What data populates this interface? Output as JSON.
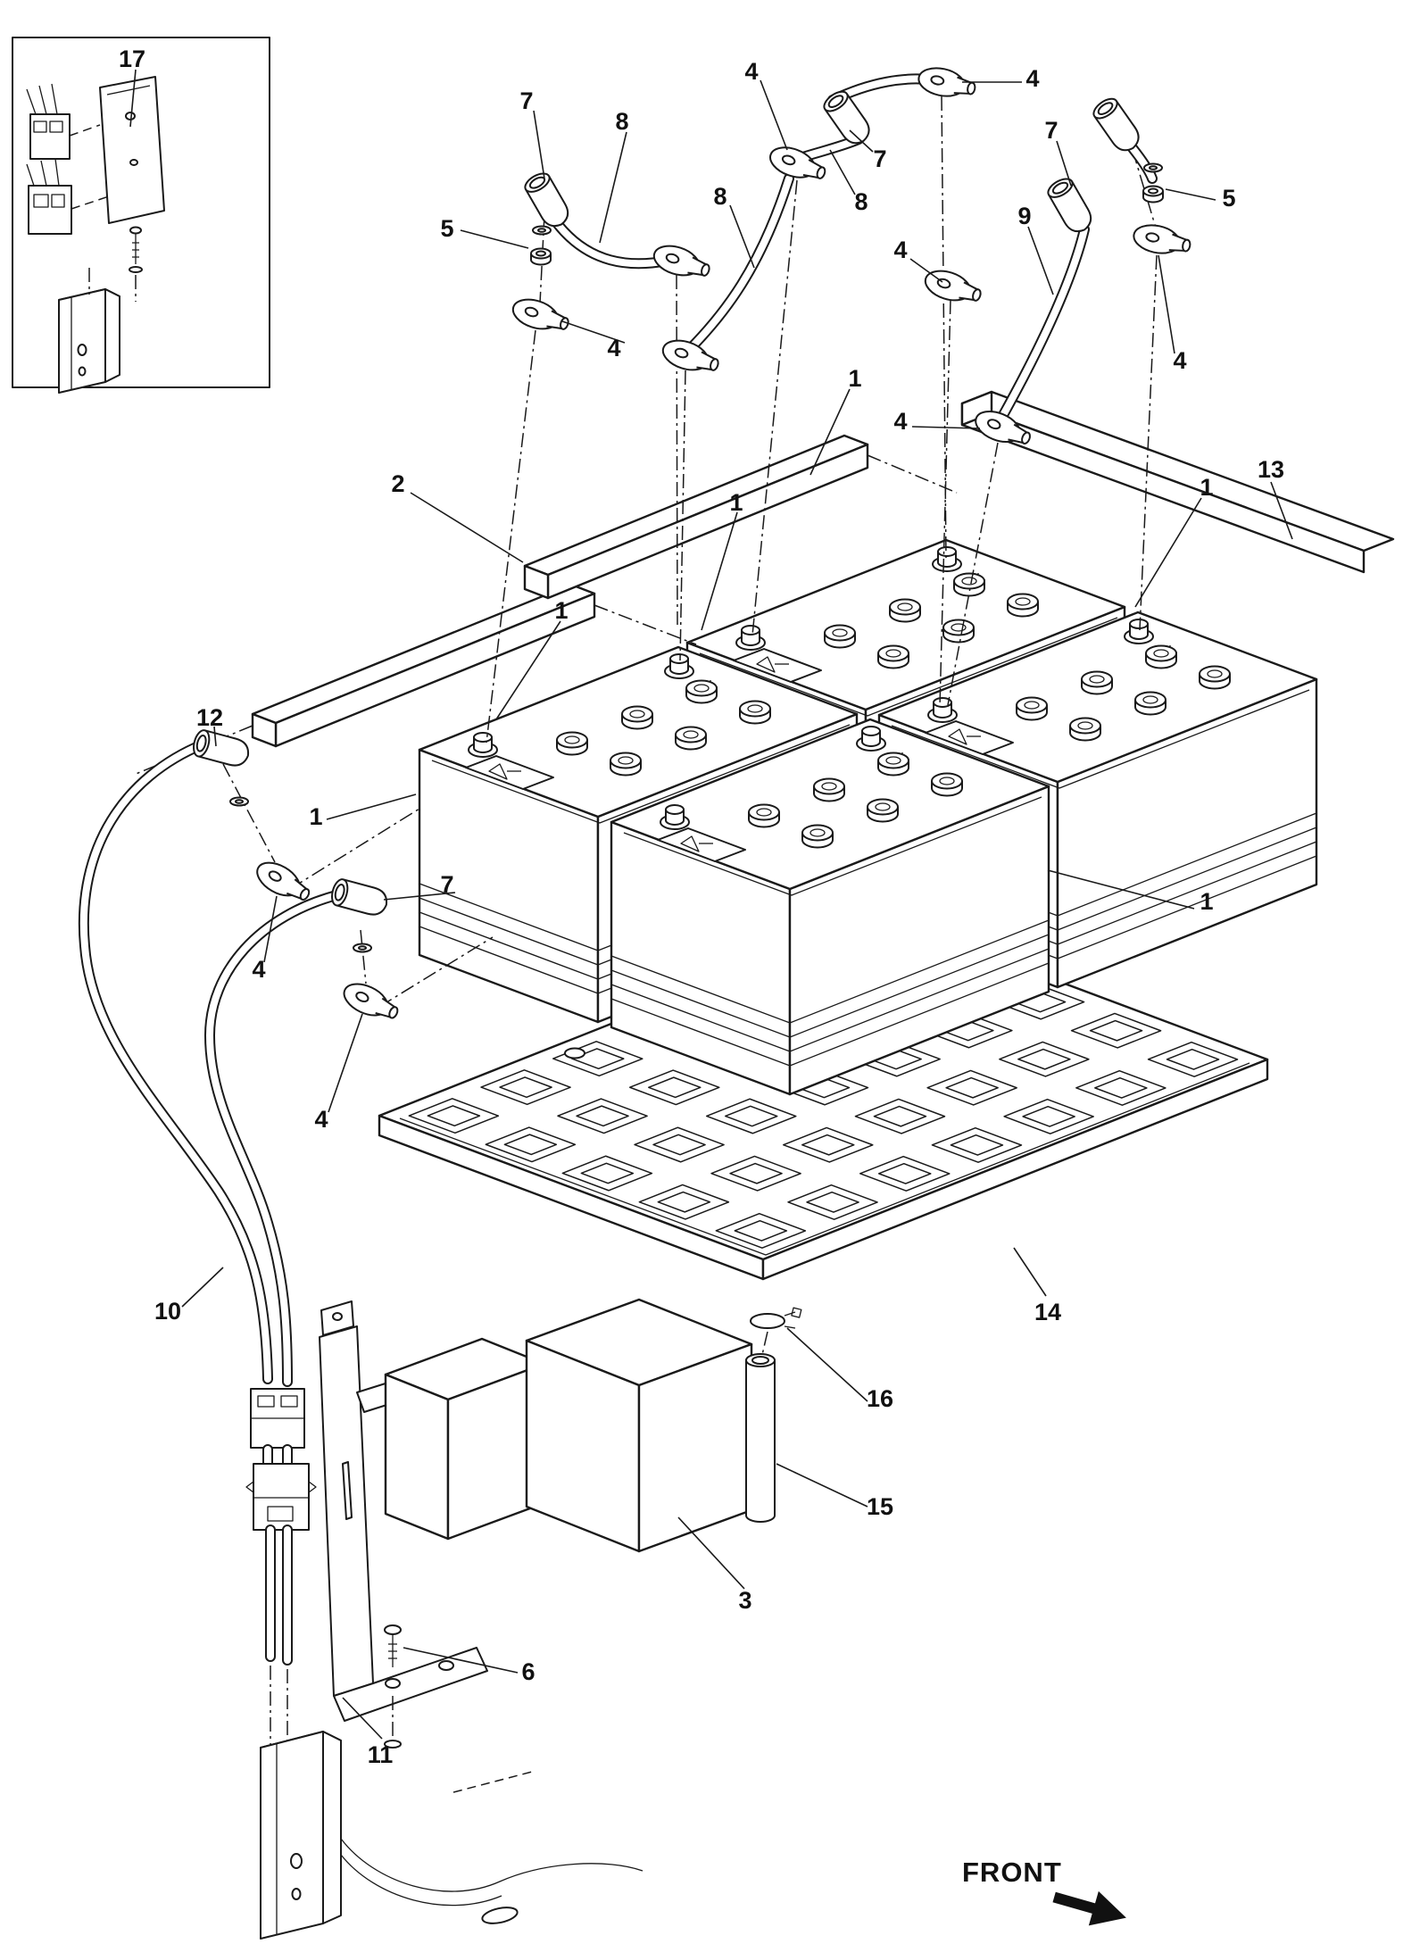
{
  "diagram": {
    "type": "exploded-parts-diagram",
    "ink": "#1a1a1a",
    "background": "#ffffff",
    "front_label": "FRONT",
    "callouts": [
      {
        "label": "17"
      },
      {
        "label": "7"
      },
      {
        "label": "8"
      },
      {
        "label": "4"
      },
      {
        "label": "7"
      },
      {
        "label": "8"
      },
      {
        "label": "4"
      },
      {
        "label": "7"
      },
      {
        "label": "5"
      },
      {
        "label": "5"
      },
      {
        "label": "8"
      },
      {
        "label": "4"
      },
      {
        "label": "9"
      },
      {
        "label": "4"
      },
      {
        "label": "4"
      },
      {
        "label": "1"
      },
      {
        "label": "4"
      },
      {
        "label": "13"
      },
      {
        "label": "2"
      },
      {
        "label": "1"
      },
      {
        "label": "1"
      },
      {
        "label": "1"
      },
      {
        "label": "12"
      },
      {
        "label": "1"
      },
      {
        "label": "7"
      },
      {
        "label": "4"
      },
      {
        "label": "1"
      },
      {
        "label": "4"
      },
      {
        "label": "10"
      },
      {
        "label": "14"
      },
      {
        "label": "16"
      },
      {
        "label": "15"
      },
      {
        "label": "3"
      },
      {
        "label": "6"
      },
      {
        "label": "11"
      }
    ]
  }
}
